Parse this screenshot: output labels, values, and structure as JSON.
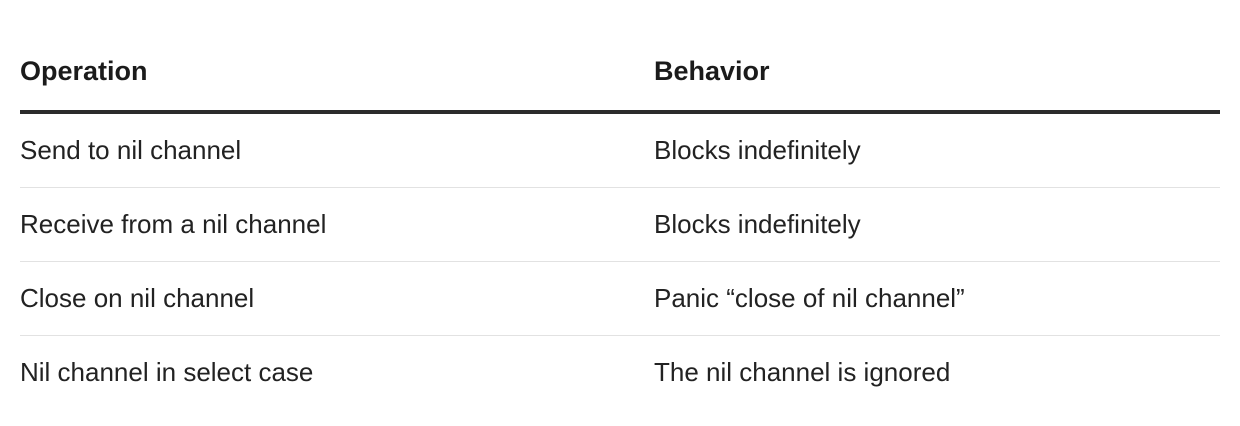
{
  "table": {
    "headers": {
      "operation": "Operation",
      "behavior": "Behavior"
    },
    "rows": [
      {
        "operation": "Send to nil channel",
        "behavior": "Blocks indefinitely"
      },
      {
        "operation": "Receive from a nil channel",
        "behavior": "Blocks indefinitely"
      },
      {
        "operation": "Close on nil channel",
        "behavior": "Panic “close of nil channel”"
      },
      {
        "operation": "Nil channel in select case",
        "behavior": "The nil channel is ignored"
      }
    ]
  }
}
